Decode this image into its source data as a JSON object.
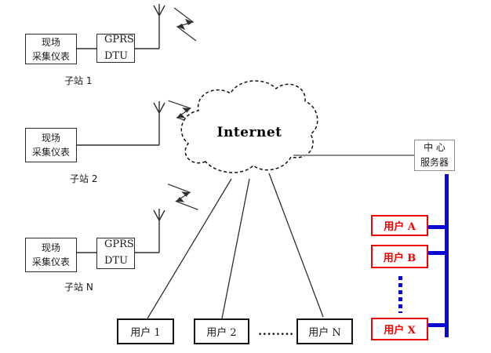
{
  "diagram": {
    "substations": [
      {
        "label": "子站 1",
        "meter_line1": "现场",
        "meter_line2": "采集仪表",
        "dtu_line1": "GPRS",
        "dtu_line2": "DTU"
      },
      {
        "label": "子站 2",
        "meter_line1": "现场",
        "meter_line2": "采集仪表"
      },
      {
        "label": "子站 N",
        "meter_line1": "现场",
        "meter_line2": "采集仪表",
        "dtu_line1": "GPRS",
        "dtu_line2": "DTU"
      }
    ],
    "cloud_label": "Internet",
    "server": {
      "line1": "中 心",
      "line2": "服务器"
    },
    "lan_users": [
      {
        "label": "用户 A"
      },
      {
        "label": "用户 B"
      },
      {
        "label": "用户 X"
      }
    ],
    "internet_users": [
      {
        "label": "用户 1"
      },
      {
        "label": "用户 2"
      },
      {
        "label": "用户 N"
      }
    ],
    "internet_users_ellipsis": "........",
    "colors": {
      "user_box_red": "#f30000",
      "bus_blue": "#0a0ad2",
      "server_link_gray": "#8c8c8c",
      "line_black": "#2f2f2f"
    }
  }
}
